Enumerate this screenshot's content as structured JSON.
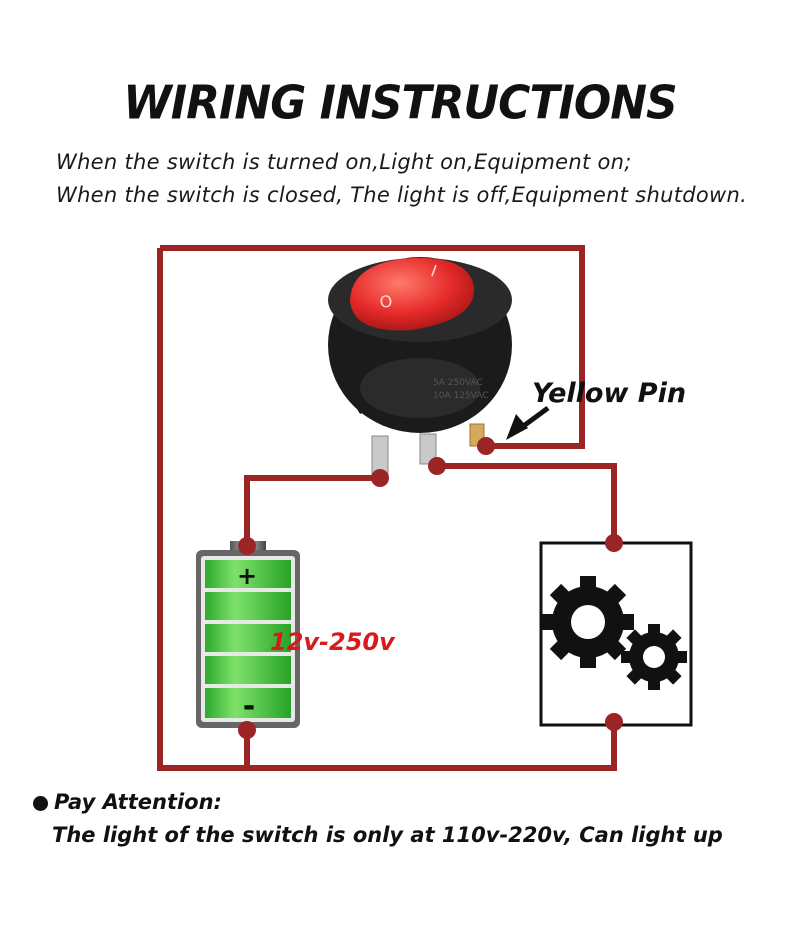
{
  "title": "WIRING INSTRUCTIONS",
  "subtitle_lines": [
    "When the switch is turned on,Light on,Equipment on;",
    "When the switch is closed, The light is off,Equipment shutdown."
  ],
  "labels": {
    "yellow_pin": "Yellow Pin",
    "voltage": "12v-250v",
    "switch_on_mark": "I",
    "switch_off_mark": "O",
    "battery_plus": "+",
    "battery_minus": "-"
  },
  "attention": {
    "heading": "Pay Attention:",
    "text": "The light of the switch is only at 110v-220v, Can light up"
  },
  "colors": {
    "wire": "#9b2525",
    "battery_green": "#3cc43c",
    "switch_red": "#e52a2a",
    "switch_body": "#1b1b1b"
  },
  "icons": [
    "rocker-switch-icon",
    "battery-icon",
    "gears-icon",
    "arrow-icon"
  ]
}
